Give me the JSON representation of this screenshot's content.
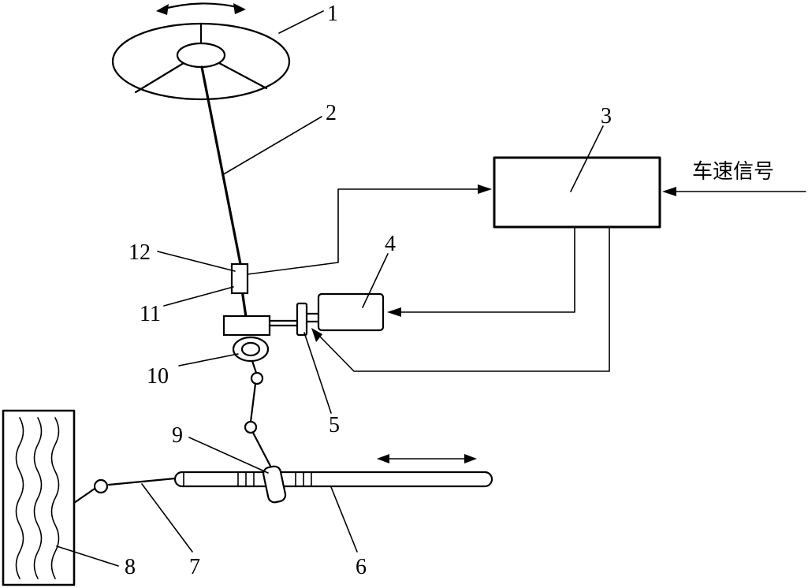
{
  "labels": {
    "n1": "1",
    "n2": "2",
    "n3": "3",
    "n4": "4",
    "n5": "5",
    "n6": "6",
    "n7": "7",
    "n8": "8",
    "n9": "9",
    "n10": "10",
    "n11": "11",
    "n12": "12"
  },
  "signal_input": "车速信号"
}
